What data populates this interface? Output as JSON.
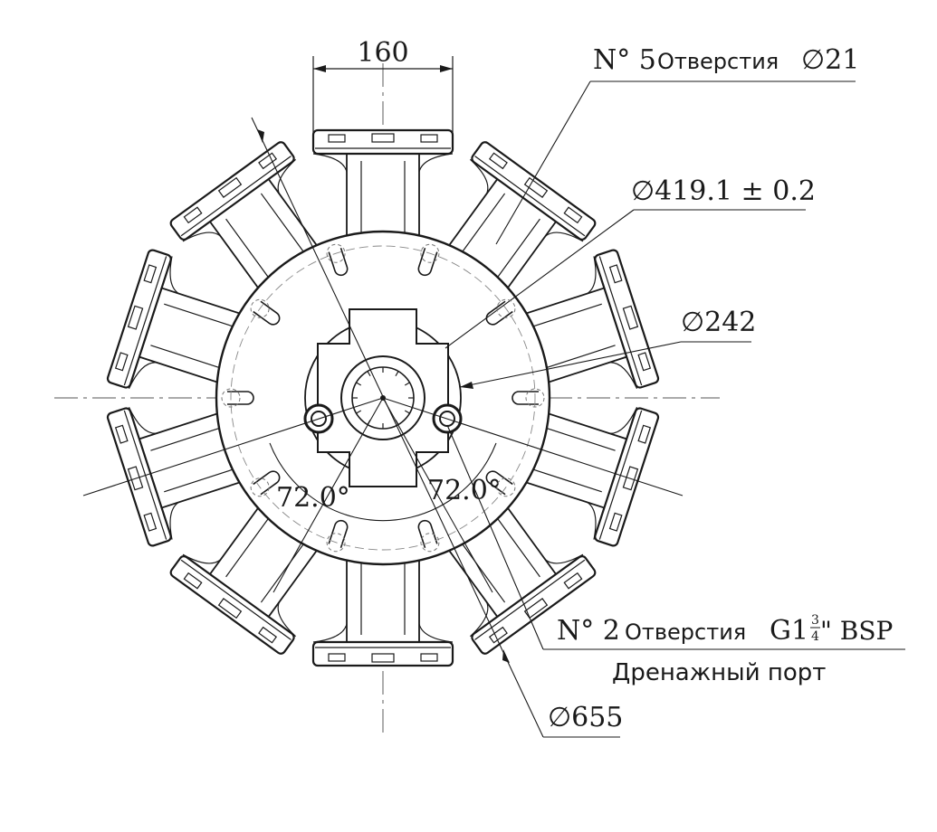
{
  "dimensions": {
    "width_160": "160",
    "holes_prefix": "N° 5",
    "holes_word": "Отверстия",
    "holes_dia": "∅21",
    "pcd": "∅419.1 ± 0.2",
    "d242": "∅242",
    "angle_left": "72.0°",
    "angle_right": "72.0°",
    "drain_prefix": "N° 2",
    "drain_word": "Отверстия",
    "drain_thread_prefix": "G1",
    "drain_thread_num": "3",
    "drain_thread_den": "4",
    "drain_thread_suffix": "\" BSP",
    "drain_port": "Дренажный порт",
    "d655": "∅655"
  },
  "colors": {
    "line": "#1a1a1a",
    "hatch": "#555555",
    "bg": "#ffffff"
  },
  "geometry_info": {
    "cylinder_count": 10
  }
}
